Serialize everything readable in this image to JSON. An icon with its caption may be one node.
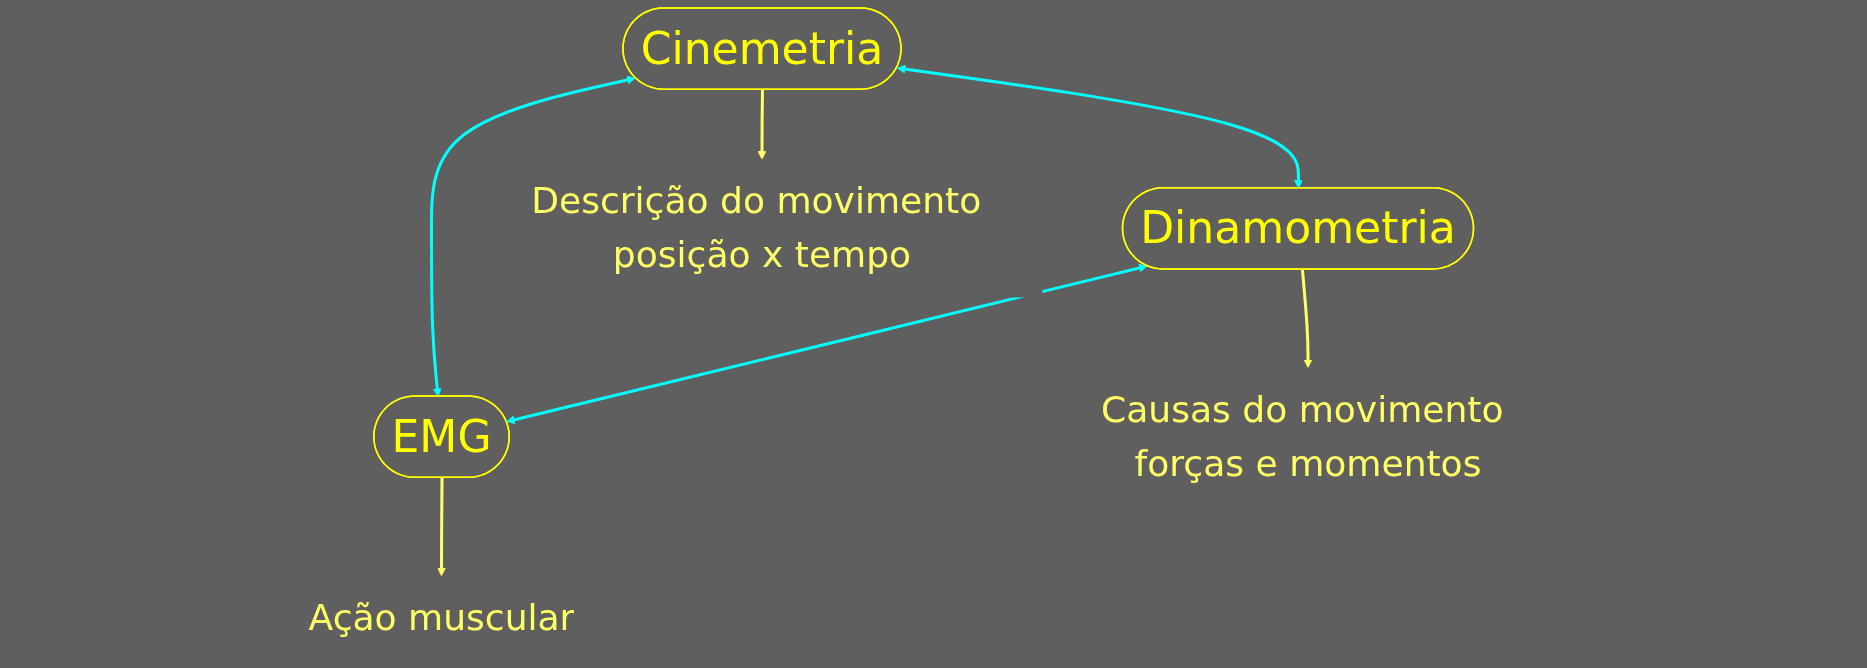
{
  "diagram": {
    "nodes": [
      {
        "text": [
          "Cinemetria"
        ]
      },
      {
        "text": [
          "Dinamometria"
        ]
      },
      {
        "text": [
          "EMG"
        ]
      },
      {
        "text": [
          "Descrição do movimento posição x tempo"
        ]
      },
      {
        "text": [
          "Causas do movimento forças e momentos"
        ]
      },
      {
        "text": [
          "Ação muscular"
        ]
      }
    ],
    "edges": [
      {
        "from": 0,
        "to": 2,
        "arrow": "both",
        "color": "#00ffff"
      },
      {
        "from": 0,
        "to": 1,
        "arrow": "both",
        "color": "#00ffff"
      },
      {
        "from": 1,
        "to": 2,
        "arrow": "both",
        "color": "#00ffff"
      },
      {
        "from": 0,
        "to": 3,
        "arrow": "to",
        "color": "#ffff66"
      },
      {
        "from": 1,
        "to": 4,
        "arrow": "to",
        "color": "#ffff66"
      },
      {
        "from": 2,
        "to": 5,
        "arrow": "to",
        "color": "#ffff66"
      }
    ]
  }
}
